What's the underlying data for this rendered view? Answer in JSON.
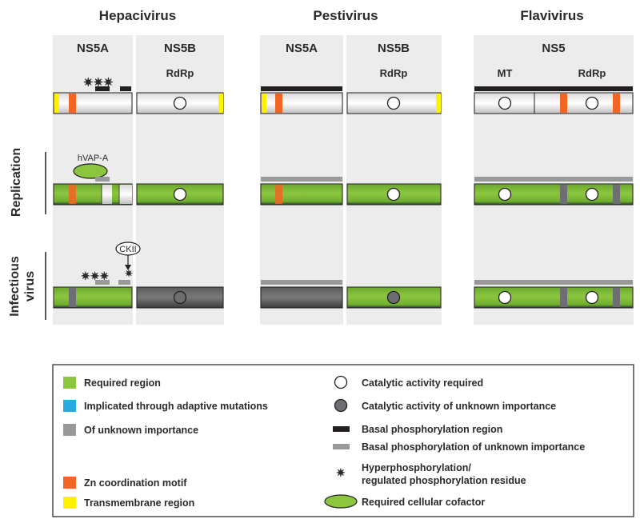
{
  "genera": {
    "hepacivirus": "Hepacivirus",
    "pestivirus": "Pestivirus",
    "flavivirus": "Flavivirus"
  },
  "proteins": {
    "hep_ns5a": "NS5A",
    "hep_ns5b": "NS5B",
    "pes_ns5a": "NS5A",
    "pes_ns5b": "NS5B",
    "fla_ns5": "NS5"
  },
  "domains": {
    "hep_rdrp": "RdRp",
    "pes_rdrp": "RdRp",
    "fla_mt": "MT",
    "fla_rdrp": "RdRp"
  },
  "row_labels": {
    "replication": "Replication",
    "infectious_line1": "Infectious",
    "infectious_line2": "virus"
  },
  "annotations": {
    "hvap": "hVAP-A",
    "ckii": "CKII"
  },
  "legend": {
    "required_region": "Required region",
    "adaptive": "Implicated through adaptive mutations",
    "unknown": "Of unknown importance",
    "zn": "Zn coordination motif",
    "tm": "Transmembrane region",
    "catalytic_required": "Catalytic activity required",
    "catalytic_unknown": "Catalytic activity of unknown importance",
    "basal_phos": "Basal phosphorylation region",
    "basal_phos_unknown": "Basal phosphorylation of unknown importance",
    "hyper_line1": "Hyperphosphorylation/",
    "hyper_line2": "regulated phosphorylation residue",
    "cofactor": "Required cellular cofactor"
  },
  "colors": {
    "required_green": "#8cc63f",
    "adaptive_blue": "#29abe2",
    "unknown_gray": "#999999",
    "zn_orange": "#f26522",
    "tm_yellow": "#fff200",
    "panel_bg": "#ececec",
    "dark_gray": "#6d6e71",
    "black": "#231f20"
  }
}
